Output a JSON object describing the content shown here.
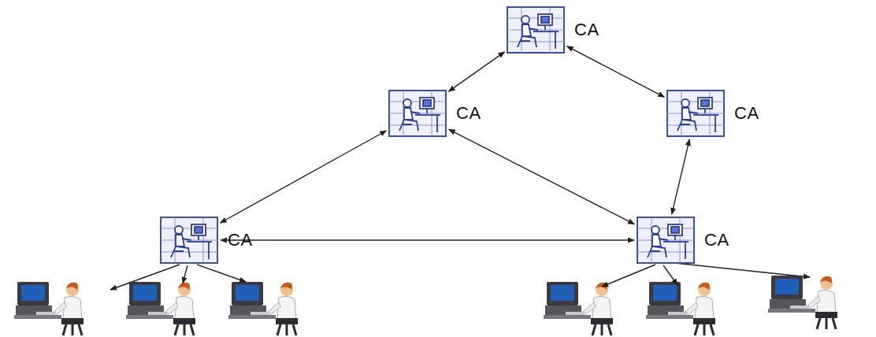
{
  "diagram": {
    "nodes": [
      {
        "text": [
          "CA"
        ]
      },
      {
        "text": [
          "CA"
        ]
      },
      {
        "text": [
          "CA"
        ]
      },
      {
        "text": [
          "CA"
        ]
      },
      {
        "text": [
          "CA"
        ]
      }
    ],
    "edges": [
      {
        "from": 0,
        "to": 1,
        "arrow": "both"
      },
      {
        "from": 0,
        "to": 2,
        "arrow": "both"
      },
      {
        "from": 1,
        "to": 3,
        "arrow": "both"
      },
      {
        "from": 1,
        "to": 4,
        "arrow": "both"
      },
      {
        "from": 2,
        "to": 4,
        "arrow": "both"
      },
      {
        "from": 3,
        "to": 4,
        "arrow": "both"
      }
    ]
  }
}
